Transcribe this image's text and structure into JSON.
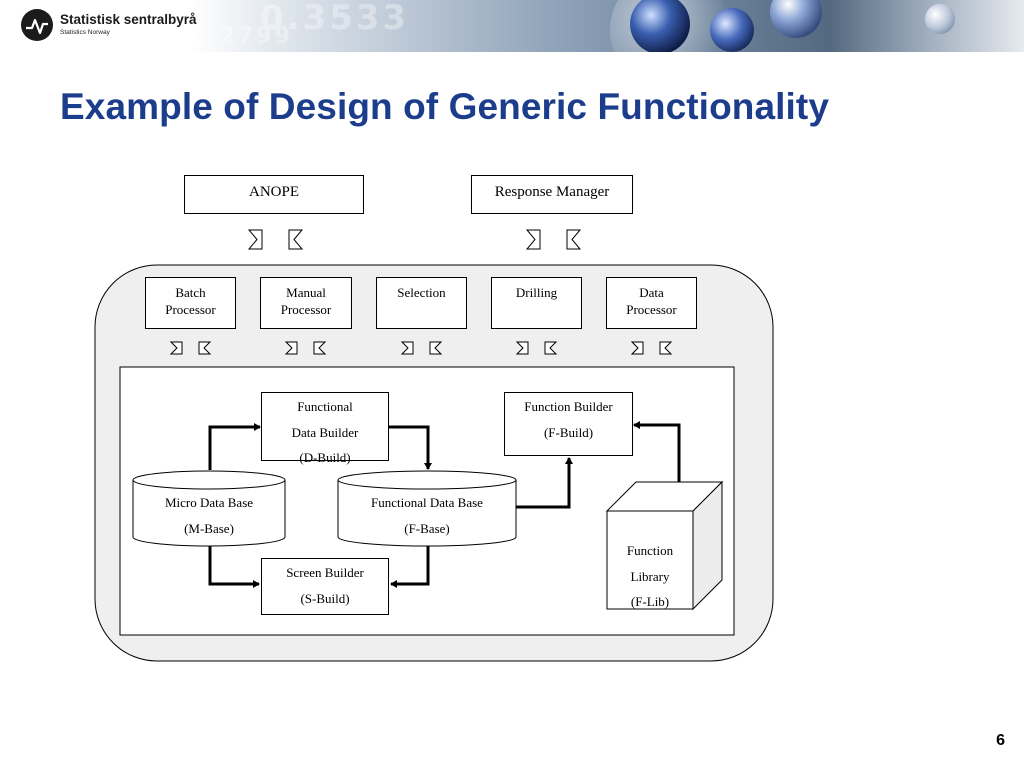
{
  "header": {
    "org_name": "Statistisk sentralbyrå",
    "org_sub": "Statistics Norway"
  },
  "slide": {
    "title": "Example of Design of Generic Functionality",
    "page_number": "6"
  },
  "diagram": {
    "top_boxes": [
      {
        "label": "ANOPE"
      },
      {
        "label": "Response Manager"
      }
    ],
    "processors": [
      {
        "lines": [
          "Batch",
          "Processor"
        ]
      },
      {
        "lines": [
          "Manual",
          "Processor"
        ]
      },
      {
        "lines": [
          "Selection"
        ]
      },
      {
        "lines": [
          "Drilling"
        ]
      },
      {
        "lines": [
          "Data",
          "Processor"
        ]
      }
    ],
    "functional_data_builder": {
      "lines": [
        "Functional",
        "Data Builder",
        "(D-Build)"
      ]
    },
    "function_builder": {
      "lines": [
        "Function Builder",
        "(F-Build)"
      ]
    },
    "micro_data_base": {
      "lines": [
        "Micro Data Base",
        "(M-Base)"
      ]
    },
    "functional_data_base": {
      "lines": [
        "Functional Data Base",
        "(F-Base)"
      ]
    },
    "screen_builder": {
      "lines": [
        "Screen Builder",
        "(S-Build)"
      ]
    },
    "function_library": {
      "lines": [
        "Function",
        "Library",
        "(F-Lib)"
      ]
    }
  },
  "colors": {
    "title": "#1c3c8c",
    "container_fill": "#efefef"
  }
}
